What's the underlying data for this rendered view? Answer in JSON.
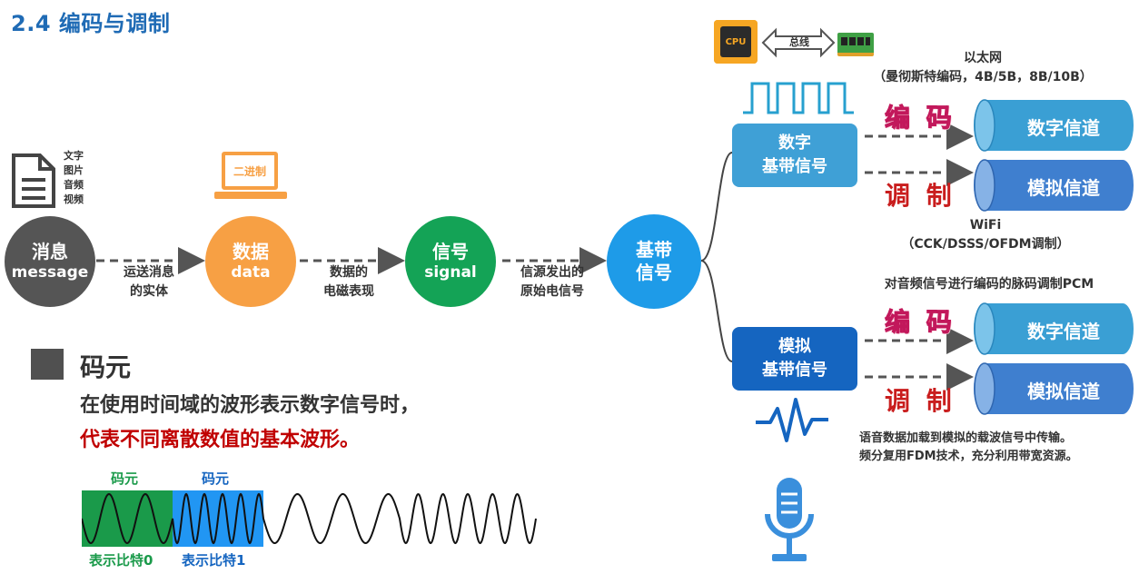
{
  "title": "2.4 编码与调制",
  "left_icons": {
    "doc_types": [
      "文字",
      "图片",
      "音频",
      "视频"
    ],
    "laptop_label": "二进制"
  },
  "chain": {
    "message": {
      "line1": "消息",
      "line2": "message",
      "color": "#555555"
    },
    "data": {
      "line1": "数据",
      "line2": "data",
      "color": "#f7a044"
    },
    "signal": {
      "line1": "信号",
      "line2": "signal",
      "color": "#14a356"
    },
    "baseband": {
      "line1": "基带",
      "line2": "信号",
      "color": "#1e9be8"
    },
    "arrow_labels": [
      {
        "line1": "运送消息",
        "line2": "的实体"
      },
      {
        "line1": "数据的",
        "line2": "电磁表现"
      },
      {
        "line1": "信源发出的",
        "line2": "原始电信号"
      }
    ]
  },
  "top_icons": {
    "cpu_label": "CPU",
    "bus_label": "总线"
  },
  "digital_baseband": {
    "line1": "数字",
    "line2": "基带信号",
    "color": "#3fa0d6"
  },
  "analog_baseband": {
    "line1": "模拟",
    "line2": "基带信号",
    "color": "#1565c0"
  },
  "encode_label": "编 码",
  "modulate_label": "调 制",
  "ethernet_note": {
    "line1": "以太网",
    "line2": "（曼彻斯特编码，4B/5B，8B/10B）"
  },
  "wifi_note": {
    "line1": "WiFi",
    "line2": "（CCK/DSSS/OFDM调制）"
  },
  "pcm_note": "对音频信号进行编码的脉码调制PCM",
  "fdm_note": {
    "line1": "语音数据加载到模拟的载波信号中传输。",
    "line2": "频分复用FDM技术，充分利用带宽资源。"
  },
  "channels": {
    "digital": {
      "label": "数字信道",
      "color": "#3a9fd4"
    },
    "analog": {
      "label": "模拟信道",
      "color": "#3f7fcf"
    }
  },
  "symbol_section": {
    "heading": "码元",
    "desc_line1": "在使用时间域的波形表示数字信号时，",
    "desc_line2": "代表不同离散数值的基本波形。",
    "symbol_label": "码元",
    "bit0_label": "表示比特0",
    "bit1_label": "表示比特1",
    "bit0_color": "#1a9a4a",
    "bit1_color": "#2196f3"
  }
}
